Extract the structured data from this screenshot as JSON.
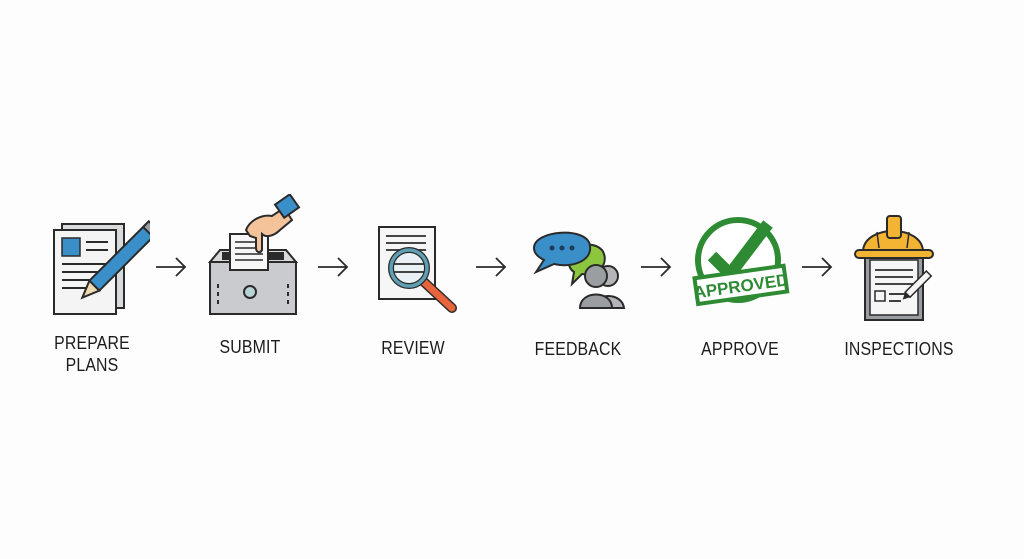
{
  "steps": [
    {
      "label_line1": "PREPARE",
      "label_line2": "PLANS",
      "icon": "document-pencil-icon"
    },
    {
      "label": "SUBMIT",
      "icon": "hand-submit-box-icon"
    },
    {
      "label": "REVIEW",
      "icon": "document-magnifier-icon"
    },
    {
      "label": "FEEDBACK",
      "icon": "chat-bubbles-people-icon"
    },
    {
      "label": "APPROVE",
      "icon": "approved-stamp-icon",
      "stamp_text": "APPROVED"
    },
    {
      "label": "INSPECTIONS",
      "icon": "hardhat-clipboard-icon"
    }
  ],
  "colors": {
    "blue": "#3a8fc8",
    "green": "#2e8b34",
    "lime": "#8cc63f",
    "orange": "#e8643c",
    "yellow": "#f4b433",
    "gray": "#9a9ea3",
    "outline": "#2a2a2a"
  }
}
